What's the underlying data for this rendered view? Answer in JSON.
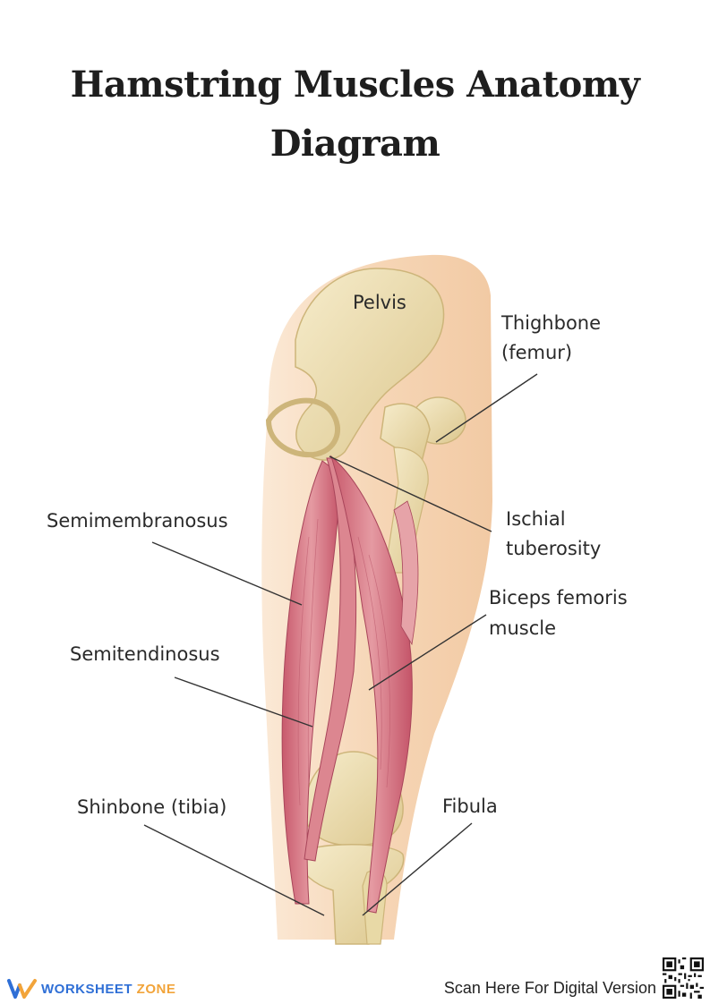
{
  "title": "Hamstring Muscles Anatomy Diagram",
  "labels": {
    "pelvis": "Pelvis",
    "thighbone_line1": "Thighbone",
    "thighbone_line2": "(femur)",
    "ischial_line1": "Ischial",
    "ischial_line2": "tuberosity",
    "semimembranosus": "Semimembranosus",
    "biceps_line1": "Biceps femoris",
    "biceps_line2": "muscle",
    "semitendinosus": "Semitendinosus",
    "shinbone": "Shinbone (tibia)",
    "fibula": "Fibula"
  },
  "footer": {
    "brand_part1": "WORKSHEET",
    "brand_part2": "ZONE",
    "scan_text": "Scan Here For Digital Version"
  },
  "colors": {
    "skin": "#f6dcc0",
    "bone": "#efe2b3",
    "bone_shadow": "#d8c58a",
    "muscle": "#d97a86",
    "muscle_dark": "#b44c5f",
    "leader_line": "#333333",
    "brand_blue": "#2f6fd6",
    "brand_orange": "#f2a43a"
  }
}
